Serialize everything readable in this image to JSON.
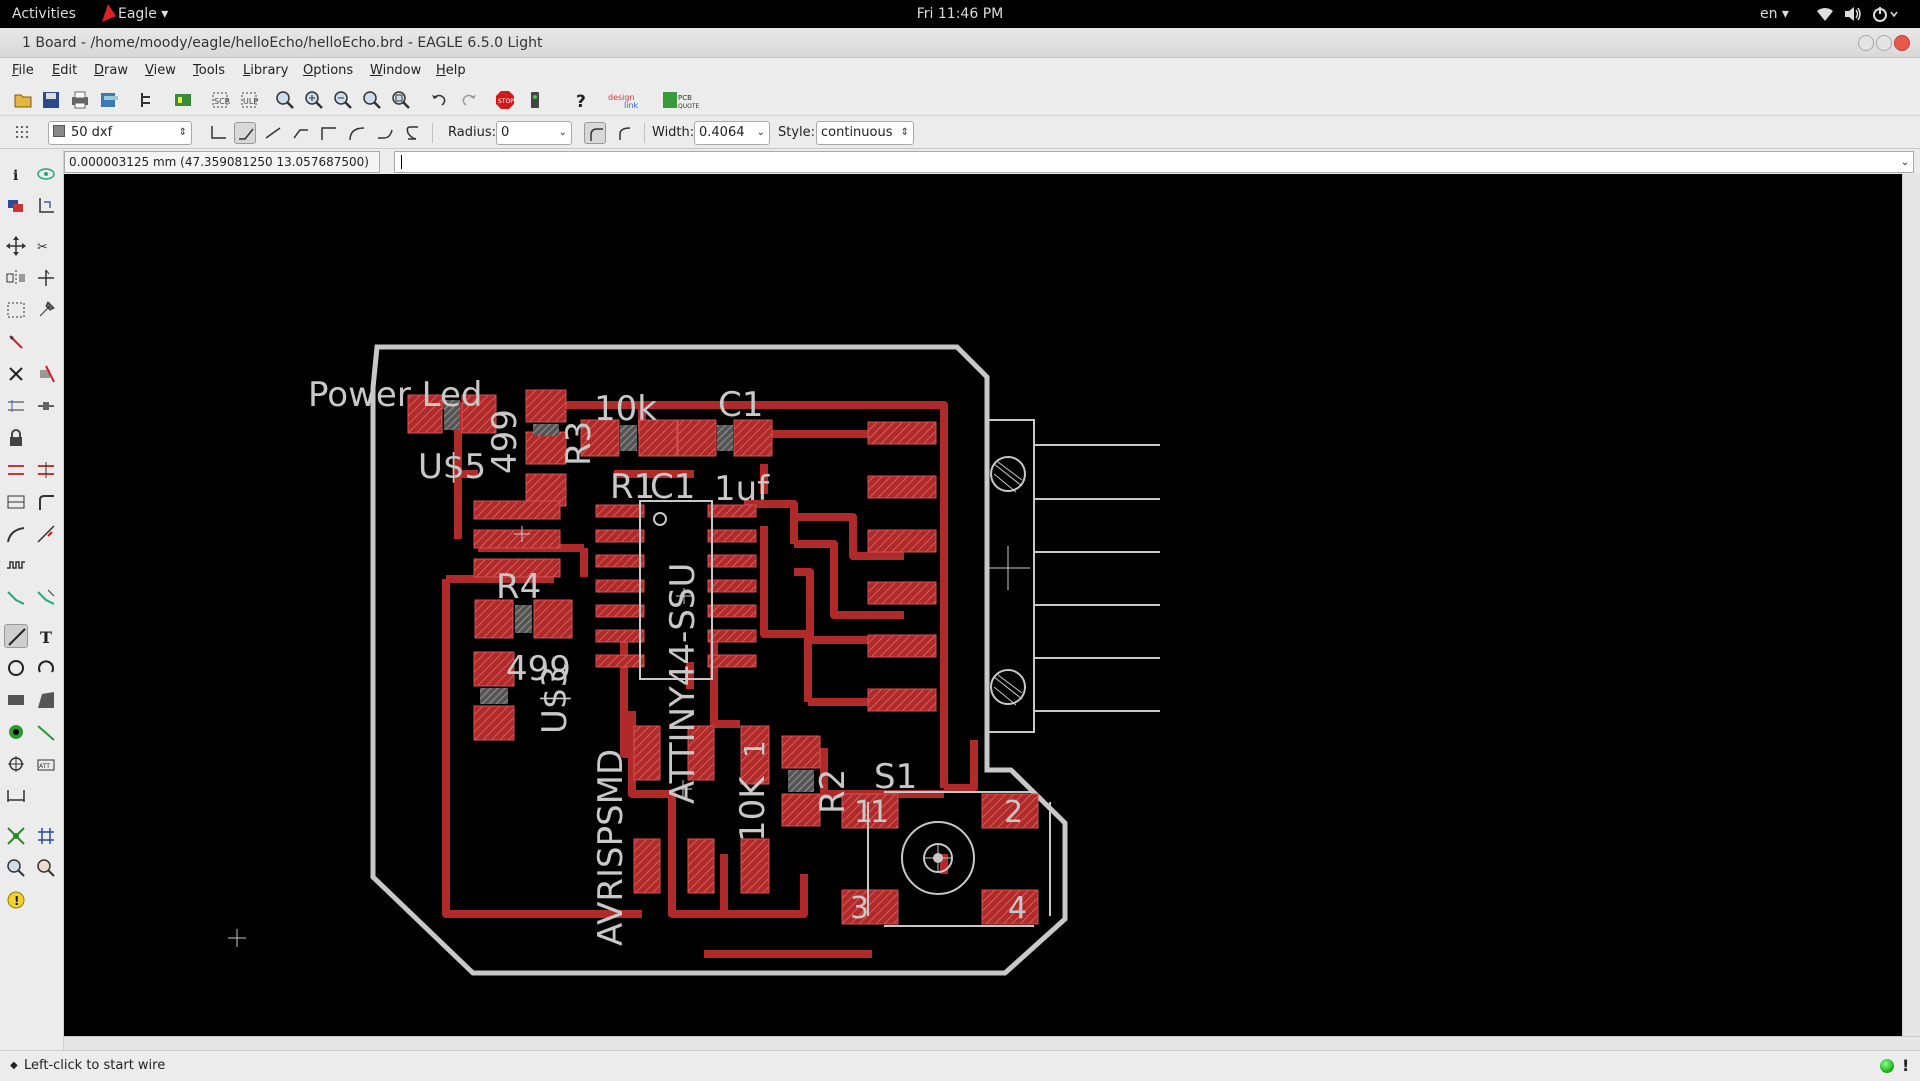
{
  "topbar": {
    "activities": "Activities",
    "app_menu": "Eagle ▾",
    "clock": "Fri 11:46 PM",
    "language": "en ▾"
  },
  "window": {
    "title": "1 Board - /home/moody/eagle/helloEcho/helloEcho.brd - EAGLE 6.5.0 Light"
  },
  "menu": [
    "File",
    "Edit",
    "Draw",
    "View",
    "Tools",
    "Library",
    "Options",
    "Window",
    "Help"
  ],
  "toolbar2": {
    "layer": "50 dxf",
    "radius_label": "Radius:",
    "radius_value": "0",
    "width_label": "Width:",
    "width_value": "0.4064",
    "style_label": "Style:",
    "style_value": "continuous"
  },
  "command": {
    "coordinates": "0.000003125 mm (47.359081250 13.057687500)",
    "input_value": ""
  },
  "board_labels": {
    "power_led": "Power Led",
    "u5": "U$5",
    "r499_top": "499",
    "r3": "R3",
    "r10k": "10k",
    "c1": "C1",
    "c1_value": "1uf",
    "r1": "R1",
    "ic1": "IC1",
    "ic_name": "ATTINY44-SSU",
    "r4": "R4",
    "r499_bottom": "499",
    "u3": "U$3",
    "avrisp": "AVRISPSMD",
    "r2_value": "10K",
    "r2": "R2",
    "s1": "S1",
    "s1_p1": "1",
    "s1_p2": "2",
    "s1_p3": "3",
    "s1_p4": "4",
    "pad_1": "1"
  },
  "status": {
    "text": "Left-click to start wire"
  },
  "colors": {
    "copper": "#b02a2a",
    "outline": "#c8c8c8",
    "canvas": "#000000"
  }
}
